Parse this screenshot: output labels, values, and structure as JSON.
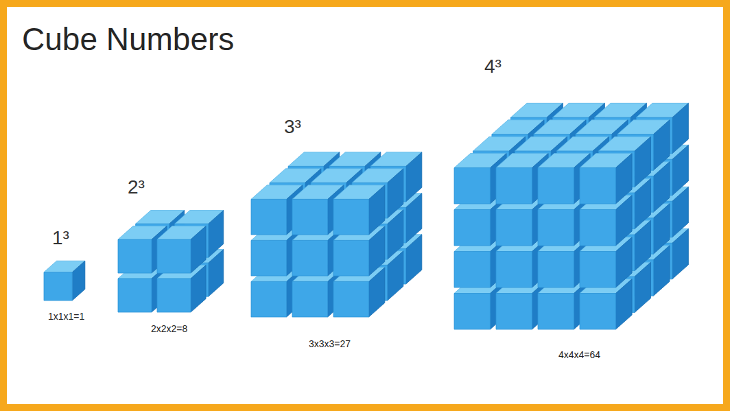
{
  "diagram": {
    "title": "Cube Numbers",
    "labels": [
      "1³",
      "2³",
      "3³",
      "4³",
      "1x1x1=1",
      "2x2x2=8",
      "3x3x3=27",
      "4x4x4=64"
    ]
  }
}
